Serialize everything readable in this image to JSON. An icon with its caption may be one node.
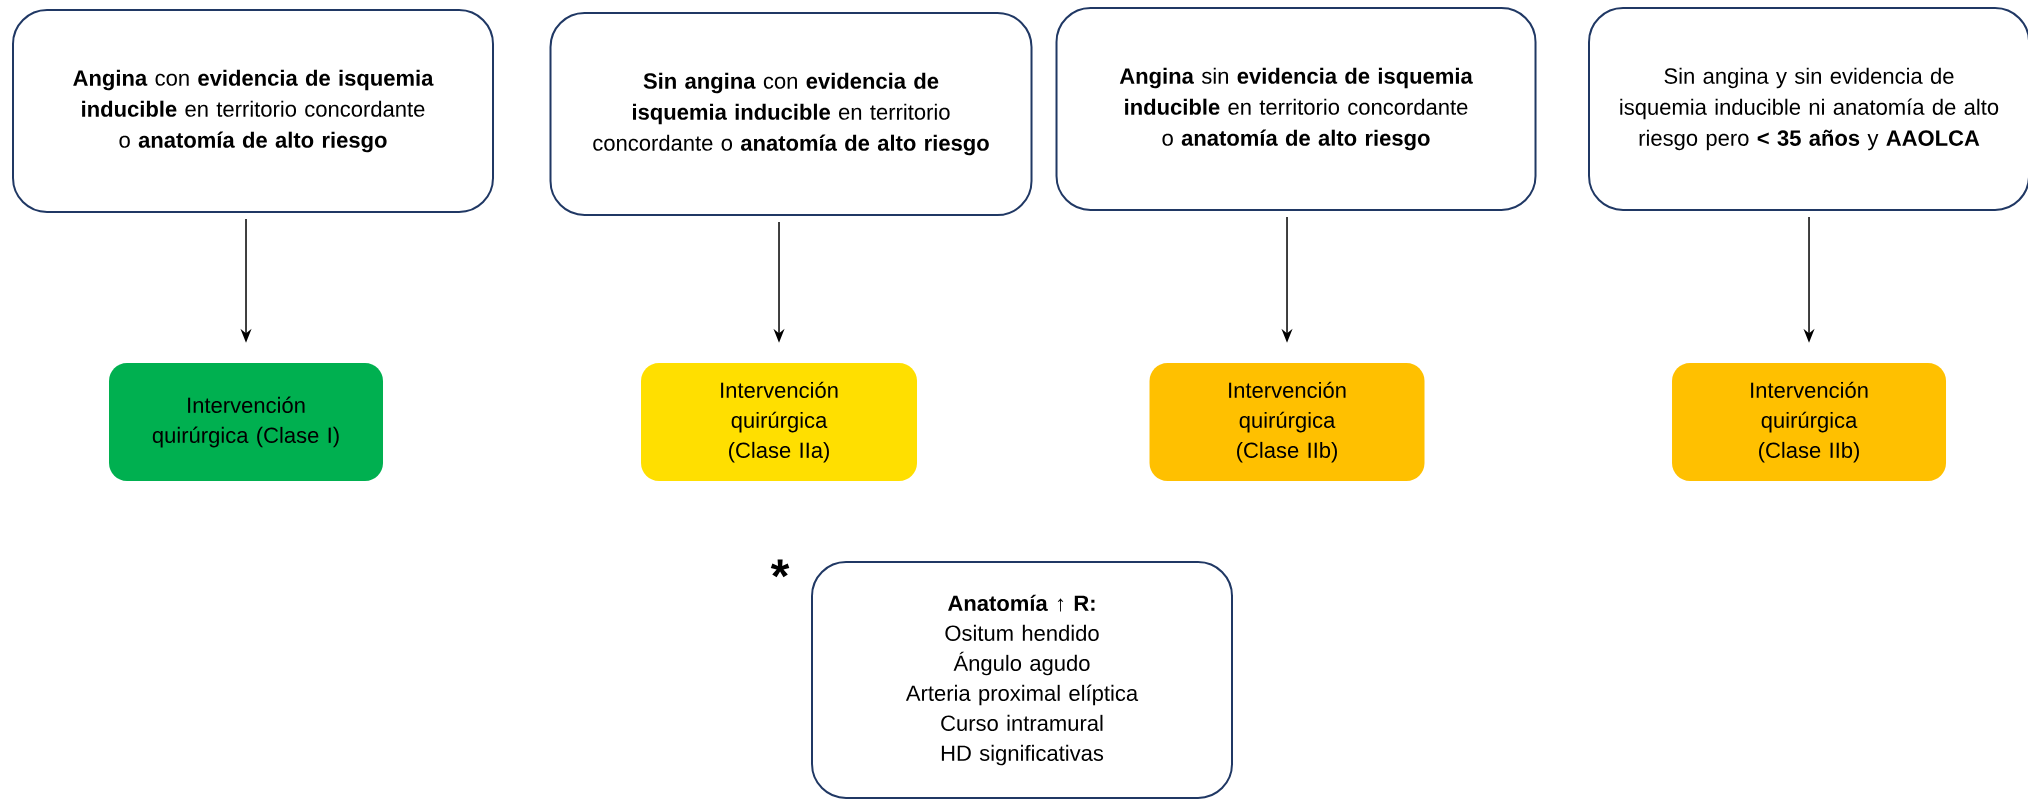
{
  "diagram": {
    "nodes": [
      {
        "text": [
          "**Angina** con **evidencia de isquemia inducible** en territorio concordante o **anatomía de alto riesgo**"
        ]
      },
      {
        "text": [
          "**Sin angina** con **evidencia de isquemia inducible** en territorio concordante o **anatomía de alto riesgo**"
        ]
      },
      {
        "text": [
          "**Angina** sin **evidencia de isquemia inducible** en territorio concordante o **anatomía de alto riesgo**"
        ]
      },
      {
        "text": [
          "Sin angina y  sin evidencia de isquemia inducible ni anatomía de alto riesgo pero **< 35 años** y **AAOLCA**"
        ]
      },
      {
        "text": [
          "Intervención quirúrgica (Clase I)"
        ]
      },
      {
        "text": [
          "Intervención quirúrgica (Clase IIa)"
        ]
      },
      {
        "text": [
          "Intervención quirúrgica (Clase IIb)"
        ]
      },
      {
        "text": [
          "Intervención quirúrgica (Clase IIb)"
        ]
      },
      {
        "text": [
          "Anatomía ↑ R:",
          "Ositum hendido",
          "Ángulo agudo",
          "Arteria proximal elíptica",
          "Curso intramural",
          "HD significativas"
        ]
      }
    ],
    "edges": [
      {
        "from": 0,
        "to": 4,
        "arrow": "to"
      },
      {
        "from": 1,
        "to": 5,
        "arrow": "to"
      },
      {
        "from": 2,
        "to": 6,
        "arrow": "to"
      },
      {
        "from": 3,
        "to": 7,
        "arrow": "to"
      }
    ],
    "labels": [
      "*"
    ]
  }
}
